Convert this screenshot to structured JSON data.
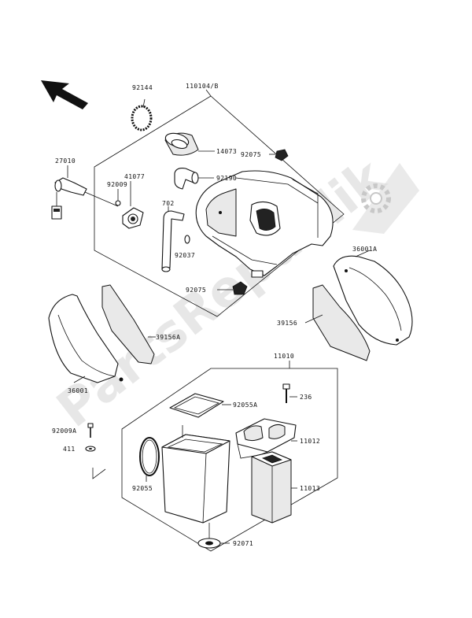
{
  "watermark": {
    "text": "PartsRepublik"
  },
  "labels": {
    "l92144": "92144",
    "l110104b": "110104/B",
    "l14073": "14073",
    "l92075a": "92075",
    "l27010": "27010",
    "l92009": "92009",
    "l41077": "41077",
    "l92190": "92190",
    "l702": "702",
    "l92037": "92037",
    "l36001a": "36001A",
    "l92075b": "92075",
    "l39156a": "39156A",
    "l39156": "39156",
    "l11010": "11010",
    "l36001": "36001",
    "l236": "236",
    "l92055a": "92055A",
    "l92009a": "92009A",
    "l11012": "11012",
    "l411": "411",
    "l92055": "92055",
    "l11013": "11013",
    "l92071": "92071"
  }
}
